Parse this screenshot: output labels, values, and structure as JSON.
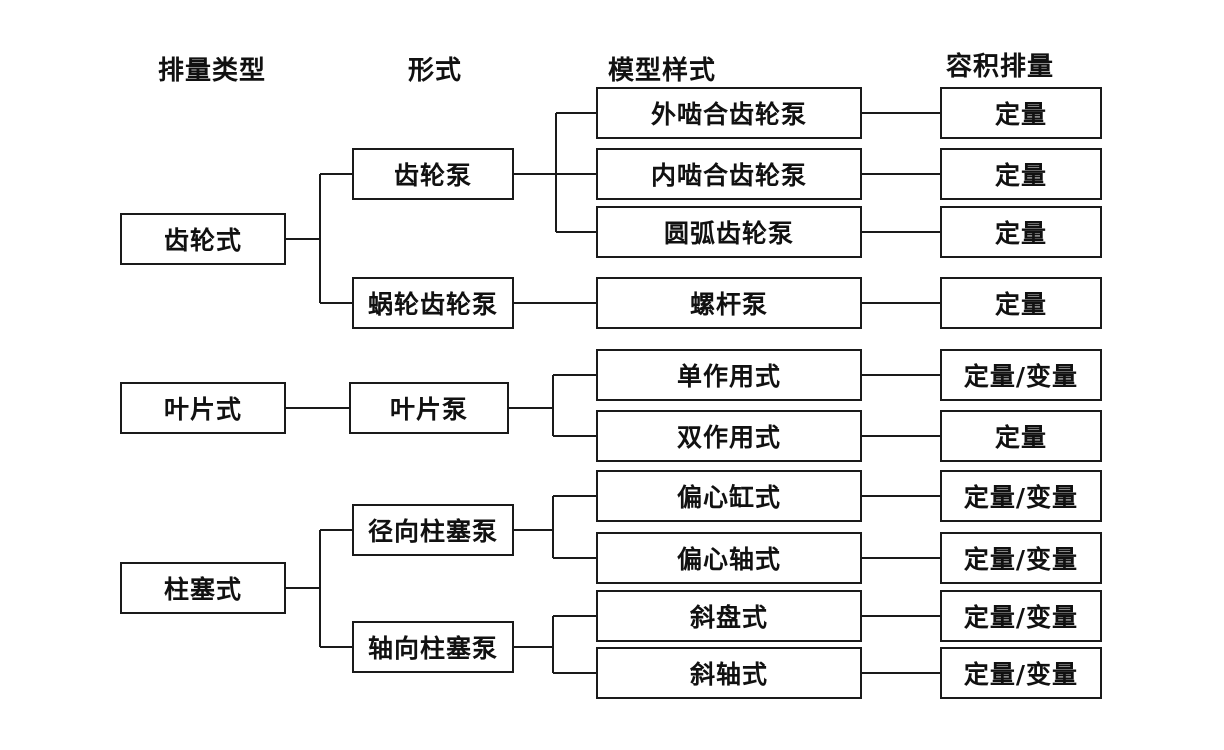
{
  "headers": {
    "displacement_type": "排量类型",
    "form": "形式",
    "model_style": "模型样式",
    "volume_displacement": "容积排量"
  },
  "types": {
    "gear": "齿轮式",
    "vane": "叶片式",
    "piston": "柱塞式"
  },
  "forms": {
    "gear_pump": "齿轮泵",
    "worm_gear_pump": "蜗轮齿轮泵",
    "vane_pump": "叶片泵",
    "radial_piston_pump": "径向柱塞泵",
    "axial_piston_pump": "轴向柱塞泵"
  },
  "models": {
    "external_gear": "外啮合齿轮泵",
    "internal_gear": "内啮合齿轮泵",
    "arc_gear": "圆弧齿轮泵",
    "screw_pump": "螺杆泵",
    "single_acting": "单作用式",
    "double_acting": "双作用式",
    "eccentric_cylinder": "偏心缸式",
    "eccentric_shaft": "偏心轴式",
    "swash_plate": "斜盘式",
    "bent_axis": "斜轴式"
  },
  "displacements": {
    "external_gear": "定量",
    "internal_gear": "定量",
    "arc_gear": "定量",
    "screw_pump": "定量",
    "single_acting": "定量/变量",
    "double_acting": "定量",
    "eccentric_cylinder": "定量/变量",
    "eccentric_shaft": "定量/变量",
    "swash_plate": "定量/变量",
    "bent_axis": "定量/变量"
  }
}
